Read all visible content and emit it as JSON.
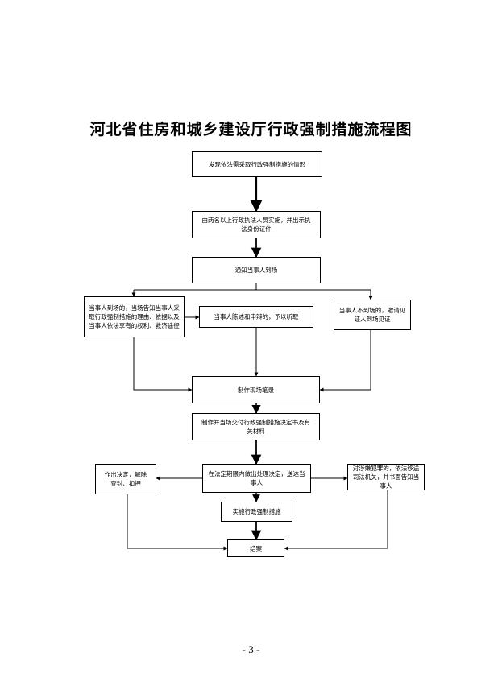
{
  "title": "河北省住房和城乡建设厅行政强制措施流程图",
  "page_number": "- 3 -",
  "steps": {
    "discover": "发现依法需采取行政强制措施的情形",
    "two_officers": "由两名以上行政执法人员实施，并出示执法身份证件",
    "notify": "通知当事人到场",
    "present": "当事人到场的，当场告知当事人采取行政强制措施的理由、依据以及当事人依法享有的权利、救济途径",
    "statement": "当事人陈述和申辩的，予以听取",
    "absent": "当事人不到场的，邀请见证人到场见证",
    "record": "制作现场笔录",
    "decision_doc": "制作并当场交付行政强制措施决定书及有关材料",
    "legal_period": "在法定期限内做出处理决定，送达当事人",
    "release": "作出决定，解除查封、扣押",
    "crime": "对涉嫌犯罪的，依法移送司法机关，并书面告知当事人",
    "implement": "实施行政强制措施",
    "end": "结案"
  }
}
